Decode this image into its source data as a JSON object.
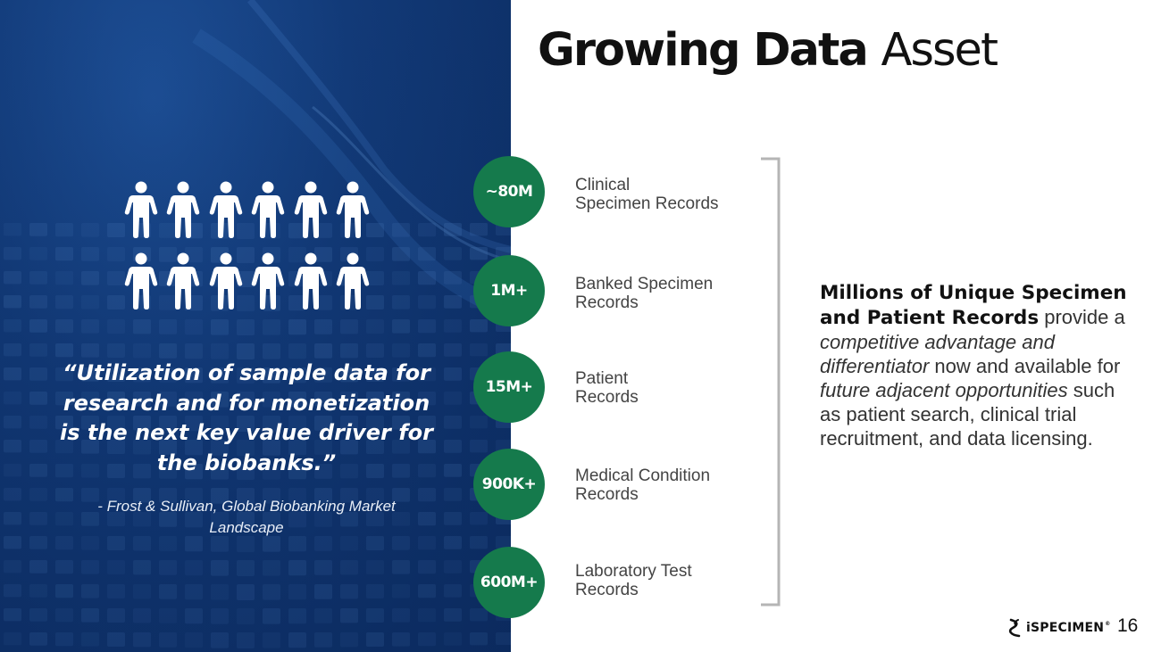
{
  "slide": {
    "title_bold": "Growing Data",
    "title_light": "Asset",
    "page_number": "16"
  },
  "quote": {
    "text": "“Utilization of sample data for research and for monetization is the next key value driver for the biobanks.”",
    "attribution": "- Frost & Sullivan, Global Biobanking Market Landscape"
  },
  "stats": [
    {
      "value": "~80M",
      "label_line1": "Clinical",
      "label_line2": "Specimen Records"
    },
    {
      "value": "1M+",
      "label_line1": "Banked Specimen",
      "label_line2": "Records"
    },
    {
      "value": "15M+",
      "label_line1": "Patient",
      "label_line2": "Records"
    },
    {
      "value": "900K+",
      "label_line1": "Medical Condition",
      "label_line2": "Records"
    },
    {
      "value": "600M+",
      "label_line1": "Laboratory Test",
      "label_line2": "Records"
    }
  ],
  "summary": {
    "strong": "Millions of Unique Specimen and Patient Records",
    "part1": " provide a ",
    "em1": "competitive advantage and differentiator",
    "part2": " now and available for ",
    "em2": "future adjacent opportunities",
    "part3": " such as patient search, clinical trial recruitment, and data licensing."
  },
  "logo": {
    "text": "iSPECIMEN",
    "tm": "®"
  },
  "icons": {
    "person": "person-icon",
    "logo_mark": "ispecimen-logo-mark-icon"
  },
  "colors": {
    "accent_green": "#157a4c",
    "panel_blue": "#123a78",
    "bracket_gray": "#b5b5b5"
  }
}
